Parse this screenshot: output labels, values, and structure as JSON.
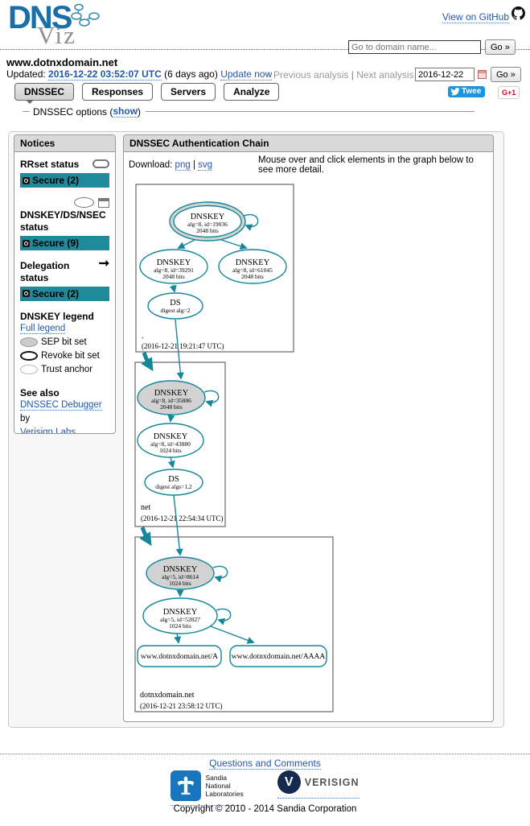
{
  "colors": {
    "teal_badge": "#1f8a99",
    "graph_teal": "#14879a",
    "link_blue": "#2457a7",
    "node_fill_gray": "#d2d2d2",
    "logo_blue": "#1a6fa8",
    "tweet_blue": "#1b95e0",
    "gplus_red": "#d0021b"
  },
  "header": {
    "logo_dns": "DNS",
    "logo_viz": "Viz",
    "github_link": "View on GitHub",
    "search": {
      "placeholder": "Go to domain name...",
      "go_label": "Go »"
    }
  },
  "domain_bar": {
    "domain": "www.dotnxdomain.net",
    "updated_label": "Updated:",
    "updated_time": "2016-12-22 03:52:07 UTC",
    "age": "(6 days ago)",
    "update_now": "Update now",
    "prev": "« Previous analysis",
    "pipe": "|",
    "next": "Next analysis »",
    "date_value": "2016-12-22",
    "go_label": "Go »"
  },
  "tabs": [
    {
      "label": "DNSSEC",
      "active": true
    },
    {
      "label": "Responses",
      "active": false
    },
    {
      "label": "Servers",
      "active": false
    },
    {
      "label": "Analyze",
      "active": false
    }
  ],
  "social": {
    "tweet": "Twee",
    "gplus": "G+1"
  },
  "options": {
    "prefix": "DNSSEC options (",
    "show_link": "show",
    "suffix": ")"
  },
  "sidebar": {
    "title": "Notices",
    "rrset_status": {
      "title": "RRset status",
      "badge": "Secure (2)"
    },
    "dnskey_status": {
      "title": "DNSKEY/DS/NSEC status",
      "badge": "Secure (9)"
    },
    "delegation_status": {
      "title": "Delegation status",
      "badge": "Secure (2)"
    },
    "legend": {
      "title": "DNSKEY legend",
      "full_legend": "Full legend",
      "items": [
        "SEP bit set",
        "Revoke bit set",
        "Trust anchor"
      ]
    },
    "see_also": {
      "title": "See also",
      "link1": "DNSSEC Debugger",
      "mid": " by",
      "link2": "Verisign Labs."
    }
  },
  "main": {
    "title": "DNSSEC Authentication Chain",
    "download_label": "Download:",
    "png": "png",
    "pipe": "|",
    "svg": "svg",
    "hint": "Mouse over and click elements in the graph below to see more detail."
  },
  "graph": {
    "clusters": [
      {
        "name": ".",
        "timestamp": "(2016-12-21 19:21:47 UTC)"
      },
      {
        "name": "net",
        "timestamp": "(2016-12-21 22:54:34 UTC)"
      },
      {
        "name": "dotnxdomain.net",
        "timestamp": "(2016-12-21 23:58:12 UTC)"
      }
    ],
    "nodes": {
      "k19036": {
        "type": "DNSKEY",
        "line2": "alg=8, id=19036",
        "line3": "2048 bits"
      },
      "k39291": {
        "type": "DNSKEY",
        "line2": "alg=8, id=39291",
        "line3": "2048 bits"
      },
      "k61045": {
        "type": "DNSKEY",
        "line2": "alg=8, id=61045",
        "line3": "2048 bits"
      },
      "ds_root": {
        "type": "DS",
        "line2": "digest alg=2"
      },
      "k35886": {
        "type": "DNSKEY",
        "line2": "alg=8, id=35886",
        "line3": "2048 bits"
      },
      "k43880": {
        "type": "DNSKEY",
        "line2": "alg=8, id=43880",
        "line3": "1024 bits"
      },
      "ds_net": {
        "type": "DS",
        "line2": "digest algs=1,2"
      },
      "k8614": {
        "type": "DNSKEY",
        "line2": "alg=5, id=8614",
        "line3": "1024 bits"
      },
      "k52827": {
        "type": "DNSKEY",
        "line2": "alg=5, id=52827",
        "line3": "1024 bits"
      },
      "rrset_a": {
        "label": "www.dotnxdomain.net/A"
      },
      "rrset_aaaa": {
        "label": "www.dotnxdomain.net/AAAA"
      }
    }
  },
  "footer": {
    "questions": "Questions and Comments",
    "sandia_lines": [
      "Sandia",
      "National",
      "Laboratories"
    ],
    "verisign": "VERISIGN",
    "verisign_mark": "V",
    "copyright": "Copyright © 2010 - 2014 Sandia Corporation"
  }
}
